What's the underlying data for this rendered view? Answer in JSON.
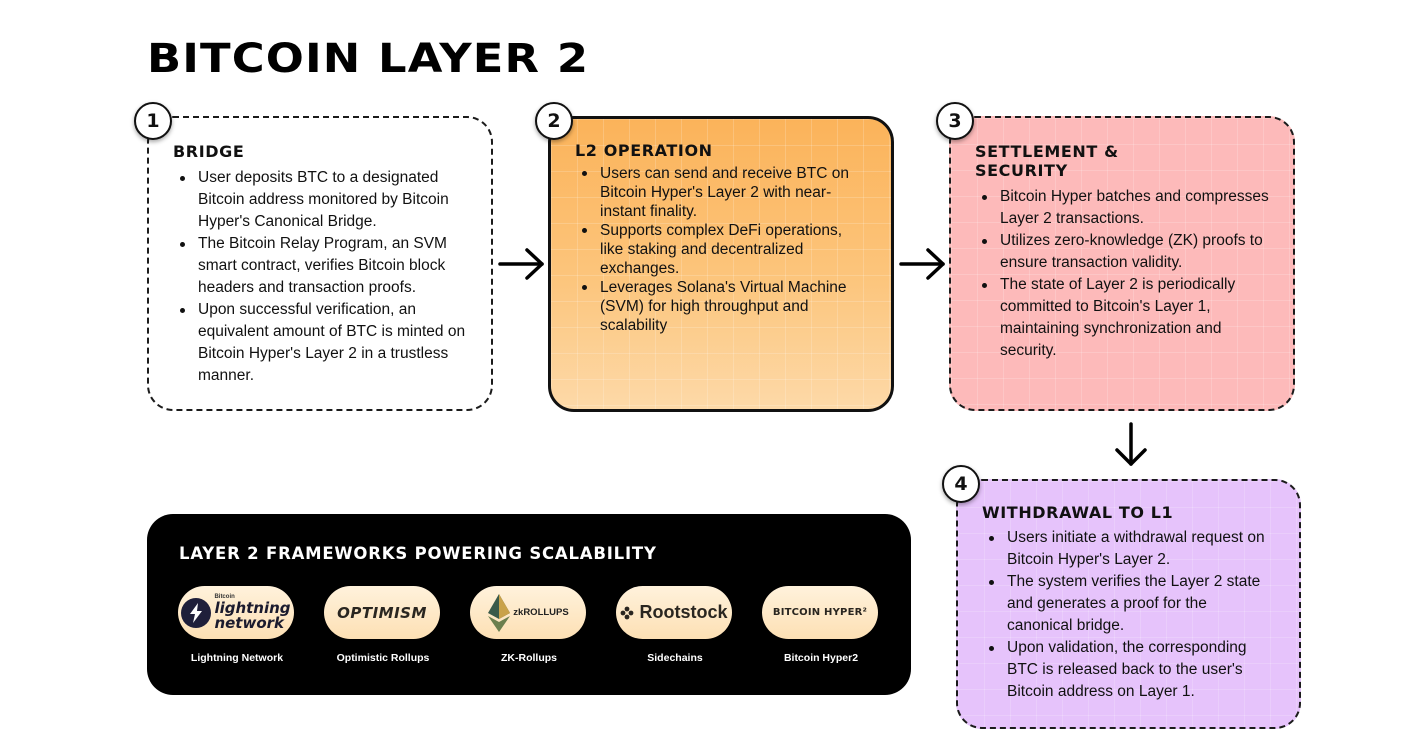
{
  "title": "BITCOIN LAYER 2",
  "steps": [
    {
      "number": "1",
      "title": "BRIDGE",
      "bullets": [
        "User deposits BTC to a designated Bitcoin address monitored by Bitcoin Hyper's Canonical Bridge.",
        "The Bitcoin Relay Program, an SVM smart contract, verifies Bitcoin block headers and transaction proofs.",
        "Upon successful verification, an equivalent amount of BTC is minted on Bitcoin Hyper's Layer 2 in a trustless manner."
      ]
    },
    {
      "number": "2",
      "title": "L2 OPERATION",
      "bullets": [
        "Users can send and receive BTC on Bitcoin Hyper's Layer 2 with near-instant finality.",
        "Supports complex DeFi operations, like staking and decentralized exchanges.",
        "Leverages Solana's Virtual Machine (SVM) for high throughput and scalability"
      ]
    },
    {
      "number": "3",
      "title": "SETTLEMENT & SECURITY",
      "bullets": [
        "Bitcoin Hyper batches and compresses Layer 2 transactions.",
        "Utilizes zero-knowledge (ZK) proofs to ensure transaction validity.",
        "The state of Layer 2 is periodically committed to Bitcoin's Layer 1, maintaining synchronization and security."
      ]
    },
    {
      "number": "4",
      "title": "WITHDRAWAL TO L1",
      "bullets": [
        "Users initiate a withdrawal request on Bitcoin Hyper's Layer 2.",
        "The system verifies the Layer 2 state and generates a proof for the canonical bridge.",
        "Upon validation, the corresponding BTC is released back to the user's Bitcoin address on Layer 1."
      ]
    }
  ],
  "frameworks": {
    "title": "LAYER 2 FRAMEWORKS POWERING SCALABILITY",
    "items": [
      {
        "label": "Lightning Network",
        "logo_text": [
          "lightning",
          "network"
        ],
        "logo_small": "Bitcoin",
        "icon": "lightning-bolt-icon"
      },
      {
        "label": "Optimistic Rollups",
        "logo_text": "OPTIMISM"
      },
      {
        "label": "ZK-Rollups",
        "logo_text": "zkROLLUPS",
        "icon": "ethereum-icon"
      },
      {
        "label": "Sidechains",
        "logo_text": "Rootstock",
        "icon": "rootstock-icon"
      },
      {
        "label": "Bitcoin Hyper2",
        "logo_text": "BITCOIN HYPER²"
      }
    ]
  },
  "colors": {
    "step1": "#ffffff",
    "step2": "#fbb35a",
    "step3": "#fdbaba",
    "step4": "#e6c3fb",
    "frameworks_bg": "#000000"
  }
}
